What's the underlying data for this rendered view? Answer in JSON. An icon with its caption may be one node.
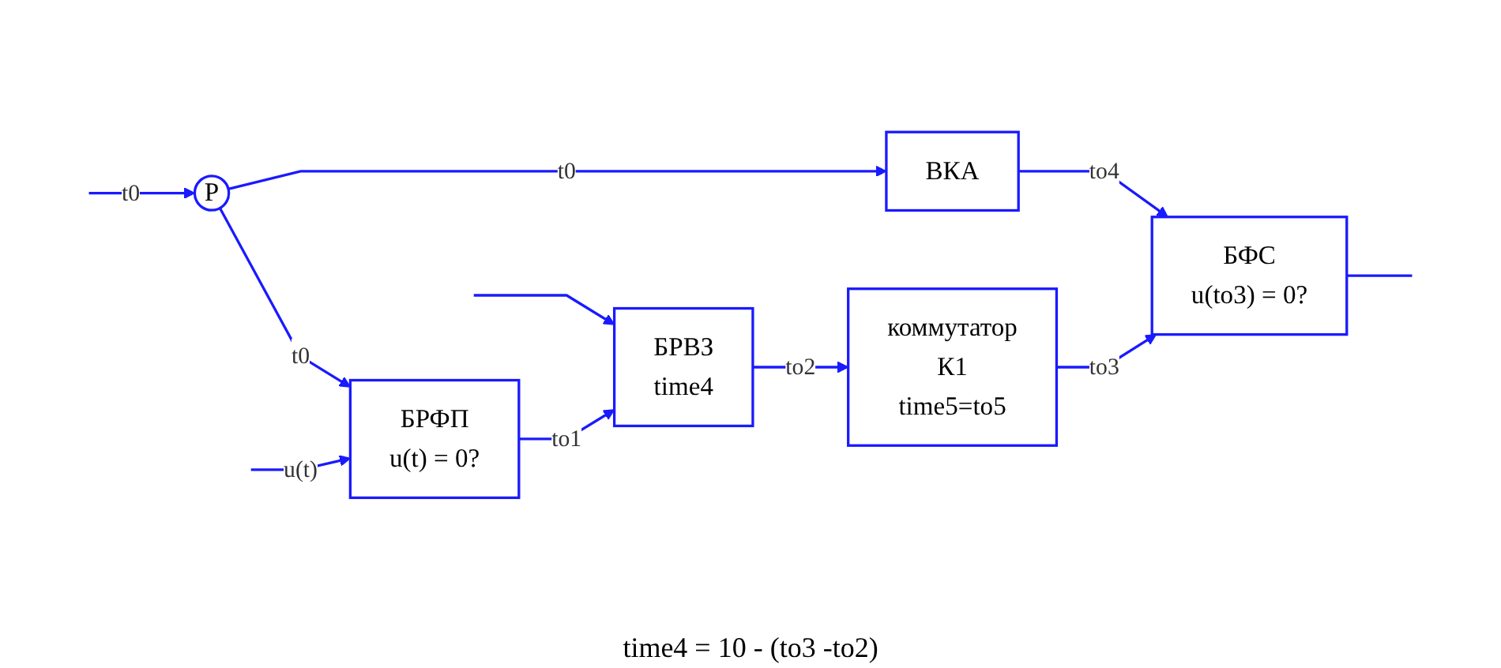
{
  "diagram": {
    "nodes": [
      {
        "text": [
          "P"
        ]
      },
      {
        "text": [
          "ВКА"
        ]
      },
      {
        "text": [
          "БРФП",
          "u(t) = 0?"
        ]
      },
      {
        "text": [
          "БРВЗ",
          "time4"
        ]
      },
      {
        "text": [
          "коммутатор",
          "К1",
          "time5=to5"
        ]
      },
      {
        "text": [
          "БФС",
          "u(to3) = 0?"
        ]
      }
    ],
    "edges": [
      {
        "from": null,
        "to": 0,
        "arrow": "to",
        "label": "t0"
      },
      {
        "from": 0,
        "to": 1,
        "arrow": "to",
        "label": "t0"
      },
      {
        "from": 0,
        "to": 2,
        "arrow": "to",
        "label": "t0"
      },
      {
        "from": null,
        "to": 2,
        "arrow": "to",
        "label": "u(t)"
      },
      {
        "from": 2,
        "to": 3,
        "arrow": "to",
        "label": "to1"
      },
      {
        "from": 3,
        "to": 4,
        "arrow": "to",
        "label": "to2"
      },
      {
        "from": 4,
        "to": 5,
        "arrow": "to",
        "label": "to3"
      },
      {
        "from": 1,
        "to": 5,
        "arrow": "to",
        "label": "to4"
      },
      {
        "from": 5,
        "to": null,
        "arrow": "none"
      },
      {
        "from": null,
        "to": 3,
        "arrow": "to"
      }
    ],
    "labels": [
      "time4 = 10 - (to3 -to2)"
    ]
  }
}
